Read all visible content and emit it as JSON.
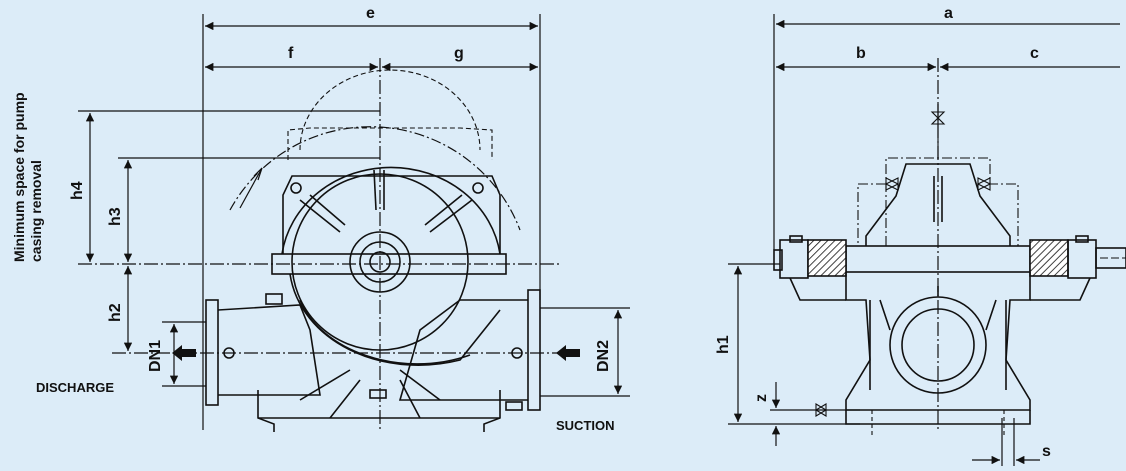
{
  "diagram": {
    "side_note_line1": "Minimum space for pump",
    "side_note_line2": "casing removal",
    "dimensions": {
      "e": "e",
      "f": "f",
      "g": "g",
      "h4": "h4",
      "h3": "h3",
      "h2": "h2",
      "DN1": "DN1",
      "DN2": "DN2",
      "a": "a",
      "b": "b",
      "c": "c",
      "h1": "h1",
      "z": "z",
      "s": "s"
    },
    "labels": {
      "discharge": "DISCHARGE",
      "suction": "SUCTION"
    },
    "colors": {
      "background": "#dcecf8",
      "line": "#1a1a1a"
    }
  }
}
